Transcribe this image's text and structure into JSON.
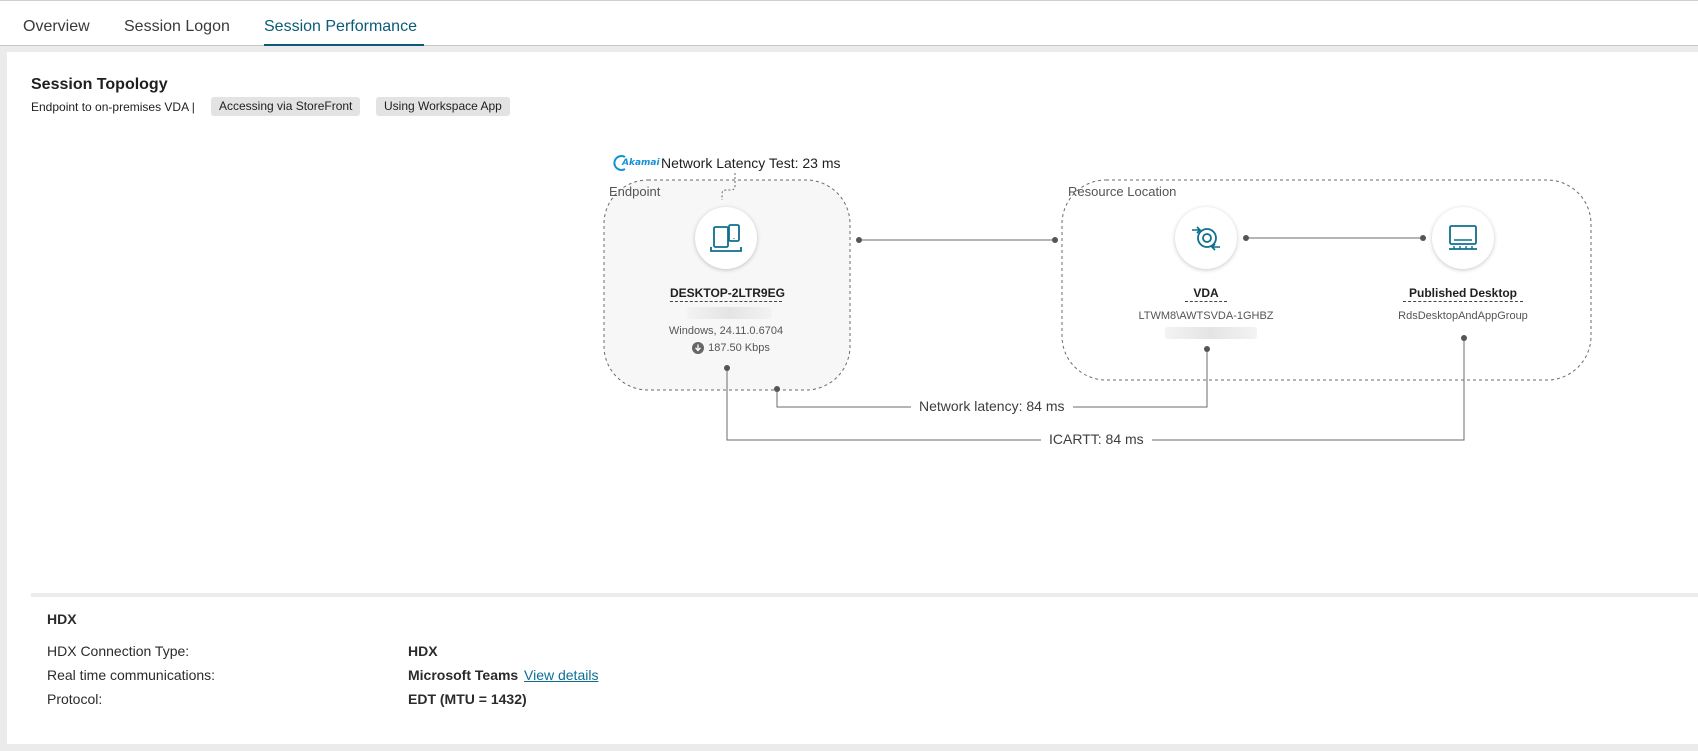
{
  "tabs": [
    {
      "label": "Overview"
    },
    {
      "label": "Session Logon"
    },
    {
      "label": "Session Performance",
      "active": true
    }
  ],
  "topology": {
    "title": "Session Topology",
    "subtitle": "Endpoint to on-premises VDA |",
    "chips": [
      "Accessing via StoreFront",
      "Using Workspace App"
    ],
    "latency_test": {
      "logo": "Akamai",
      "text": "Network Latency Test: 23 ms"
    },
    "endpoint_box_label": "Endpoint",
    "resource_box_label": "Resource Location",
    "endpoint": {
      "icon": "endpoint-devices-icon",
      "name": "DESKTOP-2LTR9EG",
      "os": "Windows, 24.11.0.6704",
      "bandwidth": "187.50 Kbps"
    },
    "vda": {
      "icon": "vda-sync-icon",
      "name": "VDA",
      "machine": "LTWM8\\AWTSVDA-1GHBZ"
    },
    "published_desktop": {
      "icon": "desktop-monitor-icon",
      "name": "Published Desktop",
      "group": "RdsDesktopAndAppGroup"
    },
    "network_latency": "Network latency: 84 ms",
    "icartt": "ICARTT: 84 ms"
  },
  "hdx": {
    "title": "HDX",
    "rows": [
      {
        "label": "HDX Connection Type:",
        "value": "HDX"
      },
      {
        "label": "Real time communications:",
        "value": "Microsoft Teams",
        "link": "View details"
      },
      {
        "label": "Protocol:",
        "value": "EDT (MTU = 1432)"
      }
    ]
  },
  "colors": {
    "accent": "#0b5a78",
    "icon": "#0e6f8e",
    "link": "#0b6e96"
  }
}
